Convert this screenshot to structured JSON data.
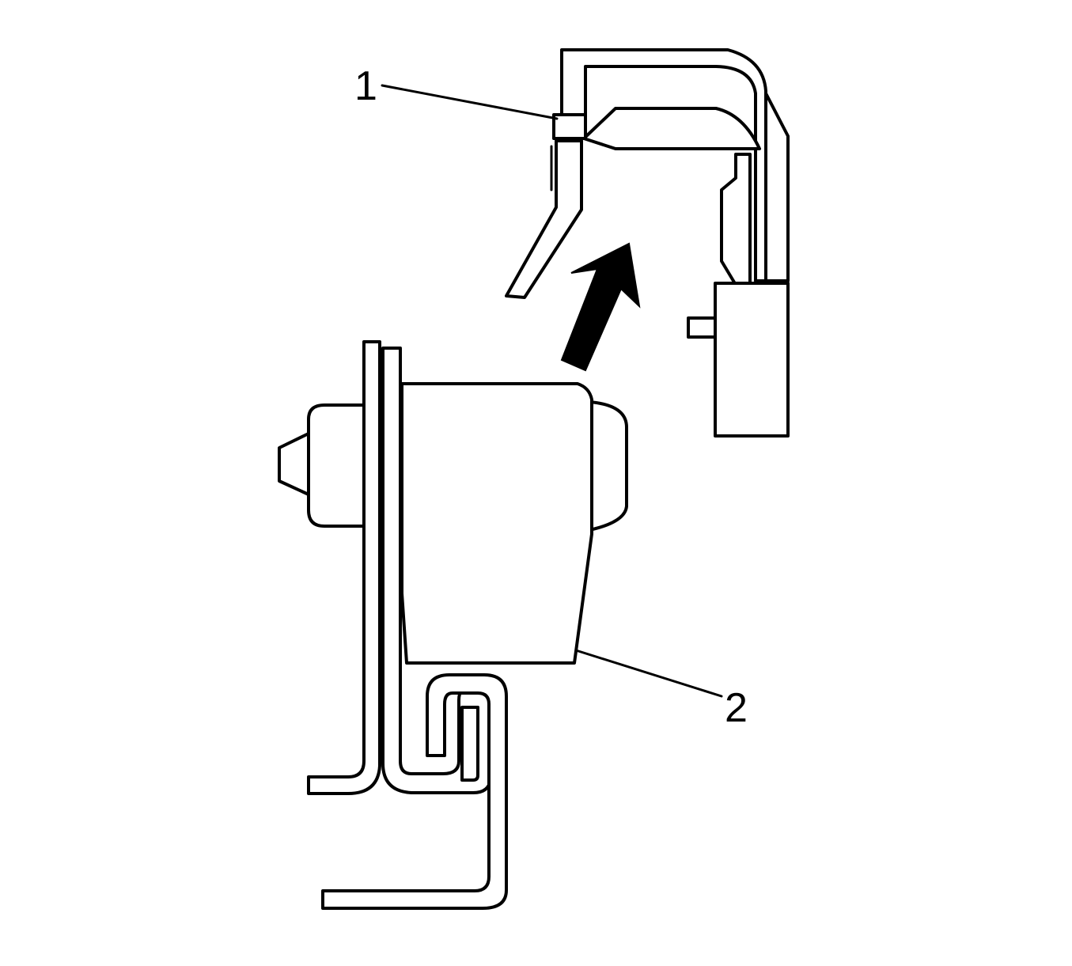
{
  "callouts": [
    {
      "id": "1",
      "label": "1"
    },
    {
      "id": "2",
      "label": "2"
    }
  ],
  "colors": {
    "line": "#000000",
    "background": "#ffffff",
    "arrow": "#000000"
  },
  "icons": {
    "direction": "arrow-up-right-icon"
  }
}
